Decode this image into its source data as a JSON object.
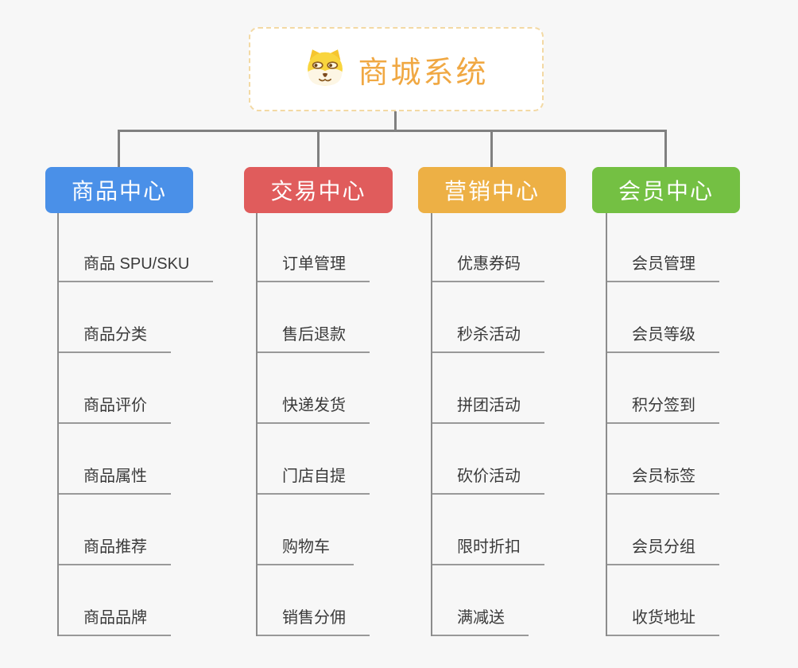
{
  "canvas": {
    "background": "#f7f7f7",
    "connector_color": "#808080",
    "child_line_color": "#999999"
  },
  "root": {
    "label": "商城系统",
    "icon": "shiba-dog-icon",
    "text_color": "#f0a843",
    "border_color": "#f3d9a4"
  },
  "branches": [
    {
      "label": "商品中心",
      "color": "#4a90e8",
      "children": [
        "商品 SPU/SKU",
        "商品分类",
        "商品评价",
        "商品属性",
        "商品推荐",
        "商品品牌"
      ]
    },
    {
      "label": "交易中心",
      "color": "#e05c5c",
      "children": [
        "订单管理",
        "售后退款",
        "快递发货",
        "门店自提",
        "购物车",
        "销售分佣"
      ]
    },
    {
      "label": "营销中心",
      "color": "#edb045",
      "children": [
        "优惠券码",
        "秒杀活动",
        "拼团活动",
        "砍价活动",
        "限时折扣",
        "满减送"
      ]
    },
    {
      "label": "会员中心",
      "color": "#74c043",
      "children": [
        "会员管理",
        "会员等级",
        "积分签到",
        "会员标签",
        "会员分组",
        "收货地址"
      ]
    }
  ]
}
